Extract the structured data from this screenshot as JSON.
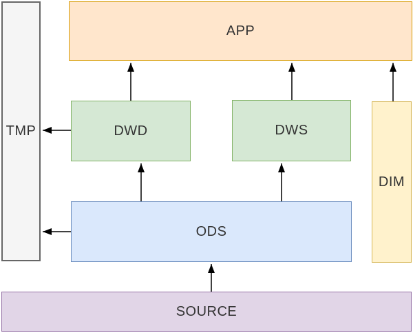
{
  "diagram": {
    "title": "data-warehouse-layers-diagram",
    "background_color": "#ffffff",
    "text_color": "#333333",
    "arrow_color": "#000000",
    "nodes": {
      "tmp": {
        "label": "TMP",
        "fill": "#f5f5f5",
        "stroke": "#666666"
      },
      "app": {
        "label": "APP",
        "fill": "#ffe6cc",
        "stroke": "#d79b00"
      },
      "dwd": {
        "label": "DWD",
        "fill": "#d5e8d4",
        "stroke": "#82b366"
      },
      "dws": {
        "label": "DWS",
        "fill": "#d5e8d4",
        "stroke": "#82b366"
      },
      "dim": {
        "label": "DIM",
        "fill": "#fff2cc",
        "stroke": "#d6b656"
      },
      "ods": {
        "label": "ODS",
        "fill": "#dae8fc",
        "stroke": "#6c8ebf"
      },
      "source": {
        "label": "SOURCE",
        "fill": "#e1d5e7",
        "stroke": "#9673a6"
      }
    },
    "edges": [
      {
        "from": "DWD",
        "to": "APP"
      },
      {
        "from": "DWS",
        "to": "APP"
      },
      {
        "from": "DIM",
        "to": "APP"
      },
      {
        "from": "ODS",
        "to": "DWD"
      },
      {
        "from": "ODS",
        "to": "DWS"
      },
      {
        "from": "SOURCE",
        "to": "ODS"
      },
      {
        "from": "DWD",
        "to": "TMP"
      },
      {
        "from": "ODS",
        "to": "TMP"
      }
    ]
  }
}
